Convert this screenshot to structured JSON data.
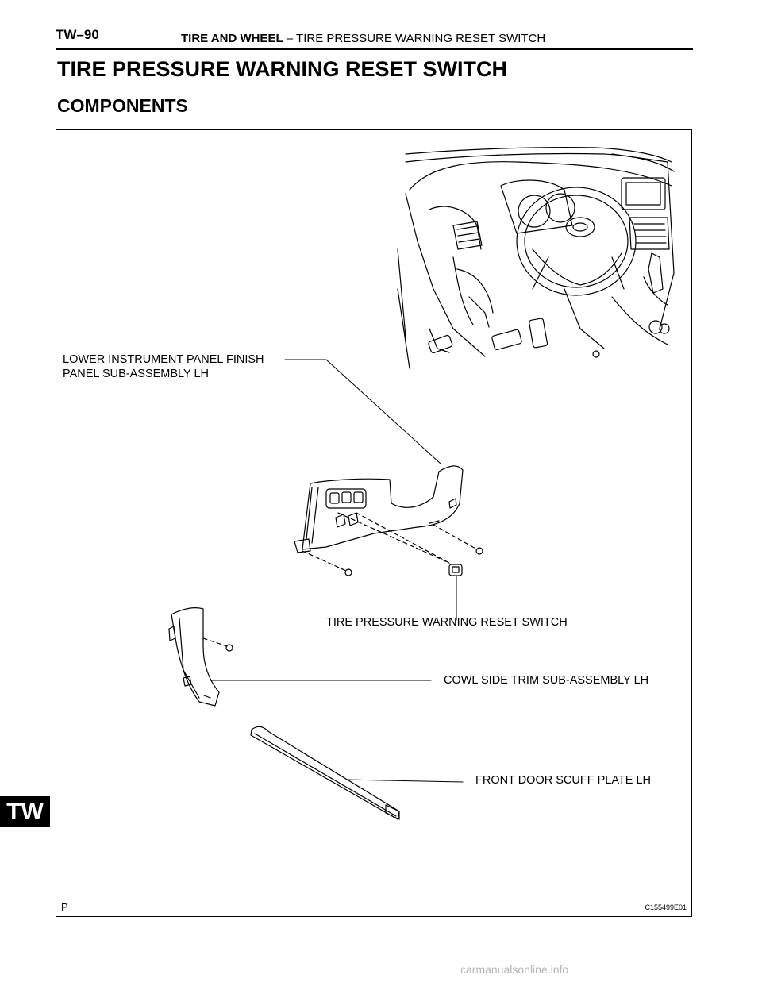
{
  "header": {
    "page_number": "TW–90",
    "section": "TIRE AND WHEEL",
    "separator": "–",
    "subsection": "TIRE PRESSURE WARNING RESET SWITCH"
  },
  "title": "TIRE PRESSURE WARNING RESET SWITCH",
  "section_title": "COMPONENTS",
  "figure": {
    "callouts": {
      "lower_panel_line1": "LOWER INSTRUMENT PANEL FINISH",
      "lower_panel_line2": "PANEL SUB-ASSEMBLY LH",
      "reset_switch": "TIRE PRESSURE WARNING RESET SWITCH",
      "cowl_trim": "COWL SIDE TRIM SUB-ASSEMBLY LH",
      "scuff_plate": "FRONT DOOR SCUFF PLATE LH"
    },
    "figure_code": "C155499E01",
    "figure_letter": "P"
  },
  "side_tab": "TW",
  "watermark": "carmanualsonline.info"
}
